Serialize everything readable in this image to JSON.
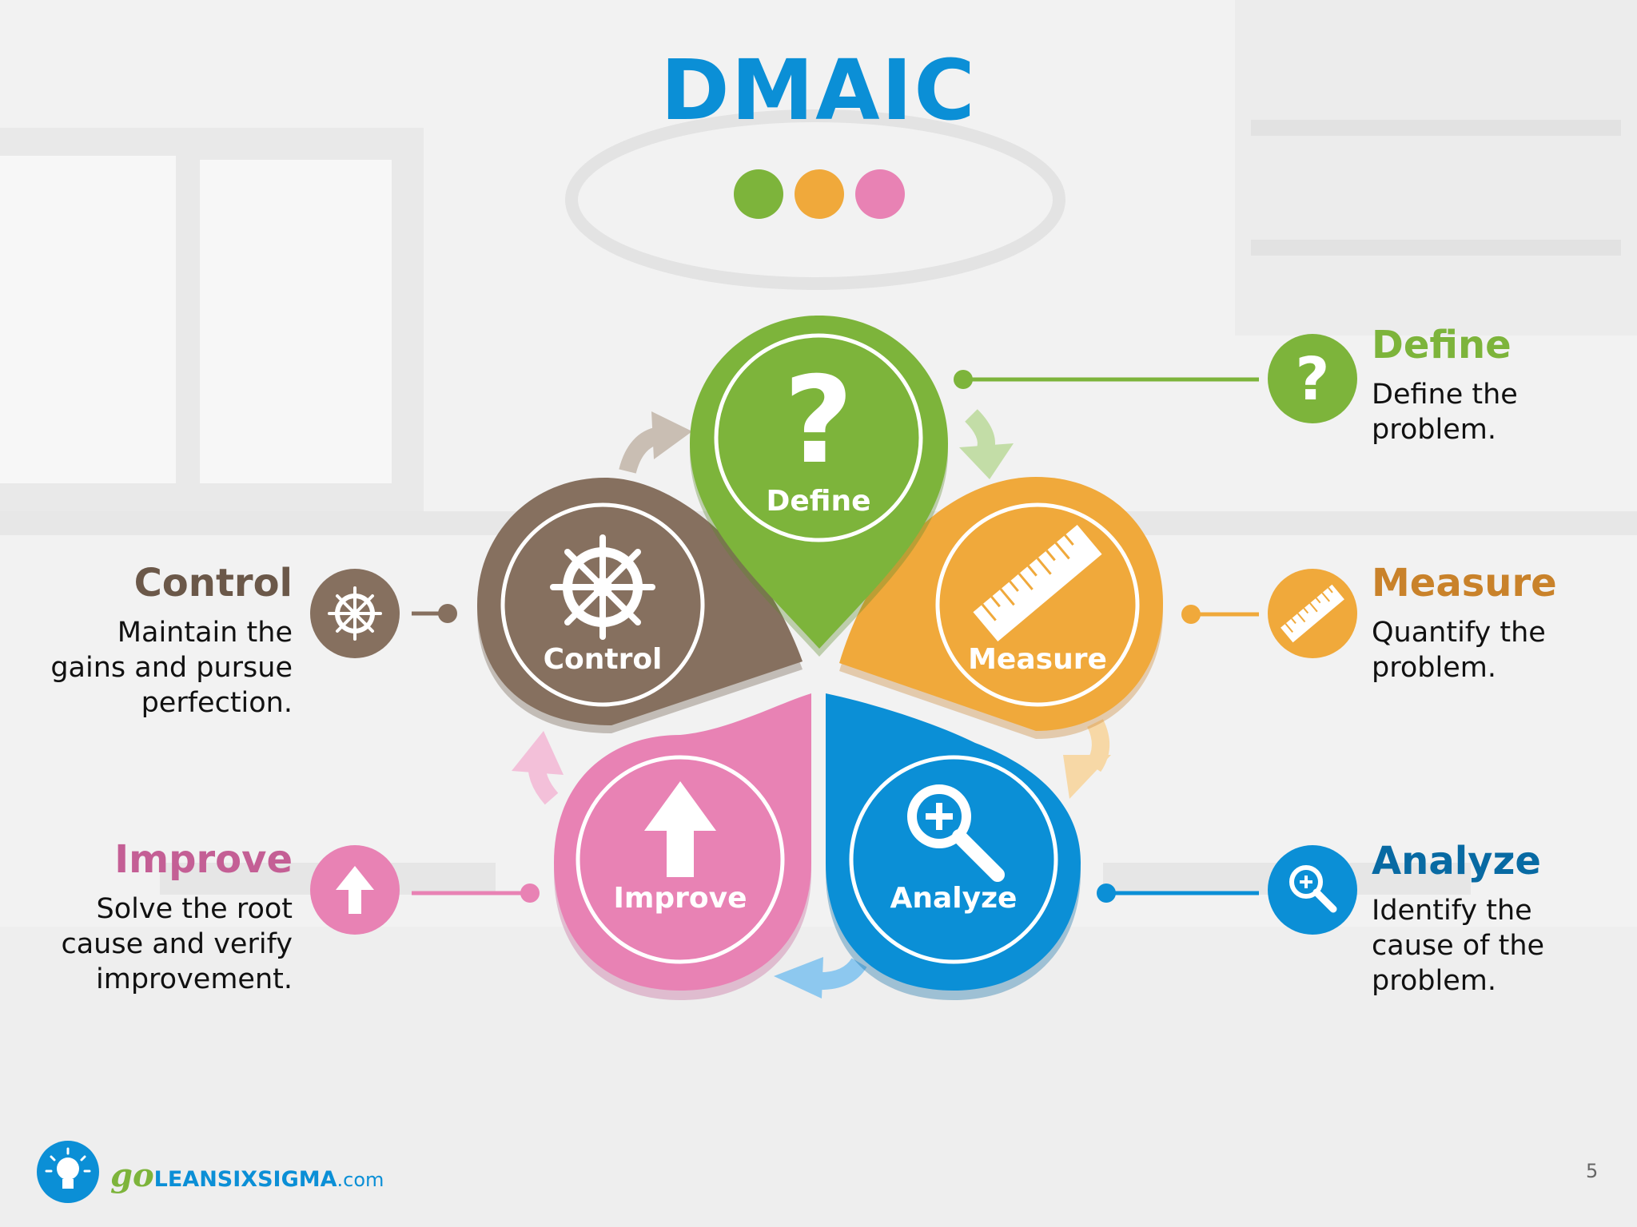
{
  "title": "DMAIC",
  "colors": {
    "define": "#7db43b",
    "measure": "#f0a93b",
    "analyze": "#0b8fd6",
    "improve": "#e882b4",
    "control": "#86705f",
    "title": "#0b8fd6"
  },
  "petals": {
    "define": "Define",
    "measure": "Measure",
    "analyze": "Analyze",
    "improve": "Improve",
    "control": "Control"
  },
  "stages": {
    "define": {
      "title": "Define",
      "description": [
        "Define the",
        "problem."
      ]
    },
    "measure": {
      "title": "Measure",
      "description": [
        "Quantify the",
        "problem."
      ]
    },
    "analyze": {
      "title": "Analyze",
      "description": [
        "Identify the",
        "cause of the",
        "problem."
      ]
    },
    "improve": {
      "title": "Improve",
      "description": [
        "Solve the root",
        "cause and verify",
        "improvement."
      ]
    },
    "control": {
      "title": "Control",
      "description": [
        "Maintain the",
        "gains and pursue",
        "perfection."
      ]
    }
  },
  "icons": {
    "define": "question-mark-icon",
    "measure": "ruler-icon",
    "analyze": "magnifier-plus-icon",
    "improve": "up-arrow-icon",
    "control": "ship-wheel-icon",
    "logo": "lightbulb-icon"
  },
  "footer": {
    "brand_go": "go",
    "brand_main": "LEANSIXSIGMA",
    "brand_com": ".com",
    "page_number": "5"
  }
}
